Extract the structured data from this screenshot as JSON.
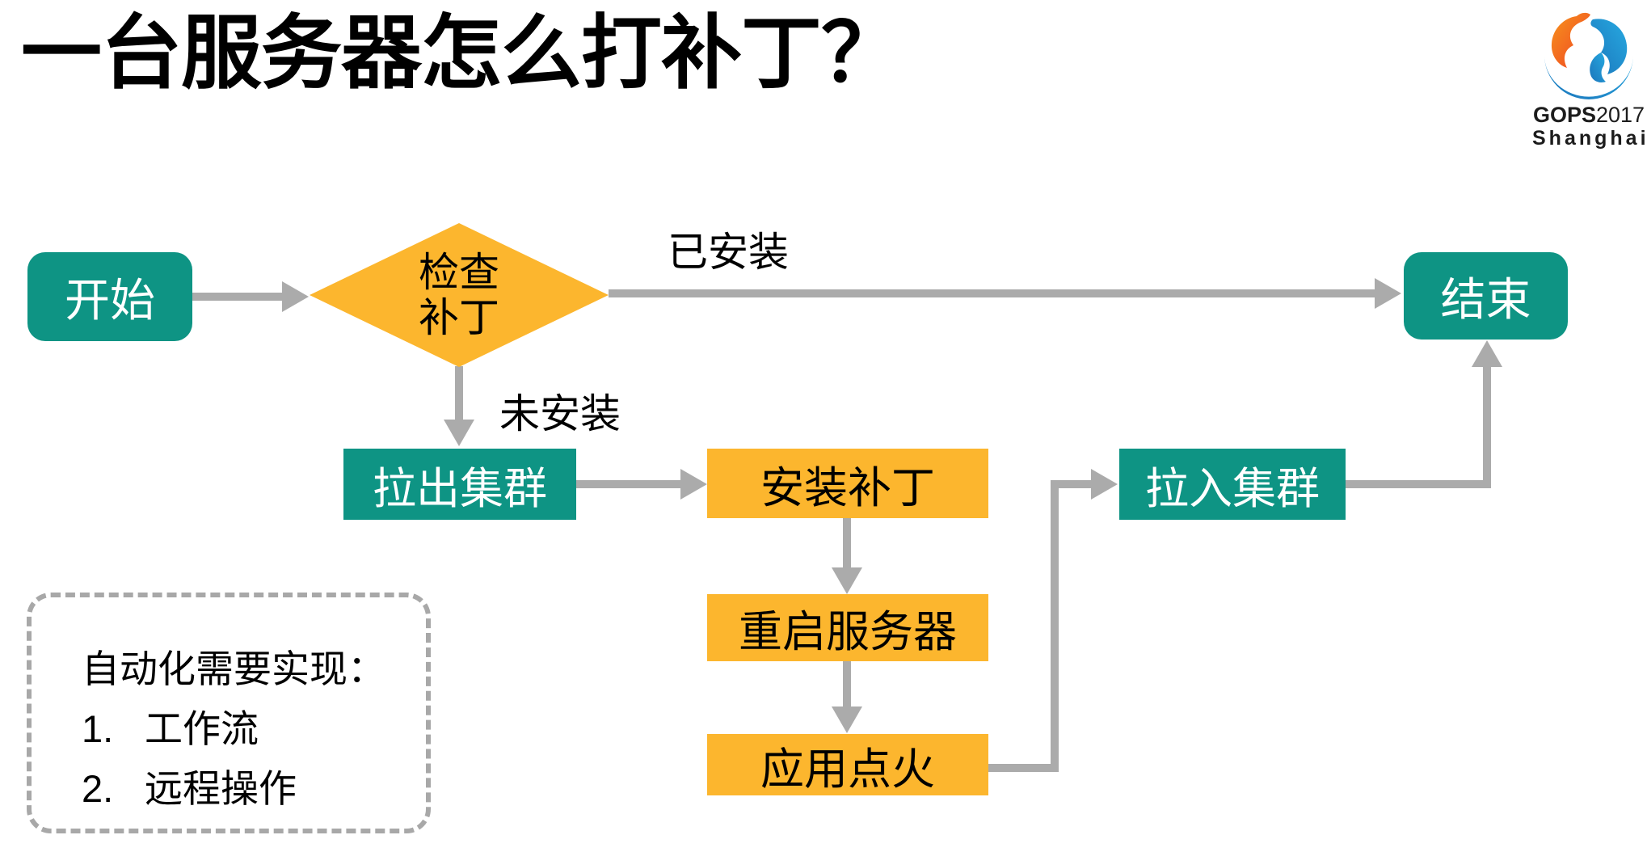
{
  "title": "一台服务器怎么打补丁？",
  "logo": {
    "name": "GOPS2017 Shanghai conference logo",
    "line1_bold": "GOPS",
    "line1_regular": "2017",
    "line2": "Shanghai",
    "orange": "#F05A28",
    "blue": "#1B9DE2"
  },
  "colors": {
    "node_green": "#0E9484",
    "node_yellow": "#FCB62E",
    "arrow_gray": "#ABABAB",
    "text_black": "#000000",
    "text_white": "#FFFFFF"
  },
  "flowchart": {
    "nodes": {
      "start": {
        "label": "开始",
        "shape": "rounded-rect",
        "color": "green"
      },
      "check": {
        "label_line1": "检查",
        "label_line2": "补丁",
        "shape": "diamond",
        "color": "yellow"
      },
      "end": {
        "label": "结束",
        "shape": "rounded-rect",
        "color": "green"
      },
      "pull_out": {
        "label": "拉出集群",
        "shape": "rect",
        "color": "green"
      },
      "install": {
        "label": "安装补丁",
        "shape": "rect",
        "color": "yellow"
      },
      "restart": {
        "label": "重启服务器",
        "shape": "rect",
        "color": "yellow"
      },
      "ignite": {
        "label": "应用点火",
        "shape": "rect",
        "color": "yellow"
      },
      "pull_in": {
        "label": "拉入集群",
        "shape": "rect",
        "color": "green"
      }
    },
    "edges": [
      {
        "from": "start",
        "to": "check",
        "label": ""
      },
      {
        "from": "check",
        "to": "end",
        "label": "已安装"
      },
      {
        "from": "check",
        "to": "pull_out",
        "label": "未安装"
      },
      {
        "from": "pull_out",
        "to": "install",
        "label": ""
      },
      {
        "from": "install",
        "to": "restart",
        "label": ""
      },
      {
        "from": "restart",
        "to": "ignite",
        "label": ""
      },
      {
        "from": "ignite",
        "to": "pull_in",
        "label": ""
      },
      {
        "from": "pull_in",
        "to": "end",
        "label": ""
      }
    ],
    "edge_labels": {
      "installed": "已安装",
      "not_installed": "未安装"
    }
  },
  "note_box": {
    "heading": "自动化需要实现：",
    "items": [
      {
        "num": "1.",
        "text": "工作流"
      },
      {
        "num": "2.",
        "text": "远程操作"
      }
    ]
  }
}
